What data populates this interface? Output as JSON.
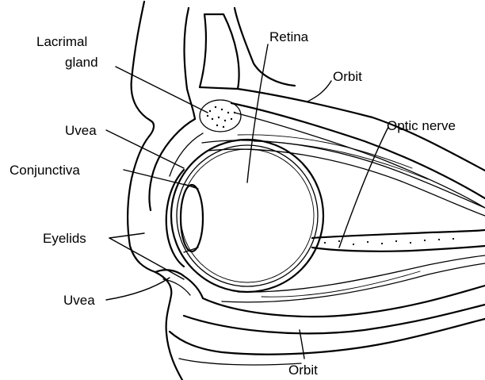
{
  "labels": {
    "lacrimal_gland_line1": "Lacrimal",
    "lacrimal_gland_line2": "gland",
    "retina": "Retina",
    "orbit_top": "Orbit",
    "optic_nerve": "Optic nerve",
    "uvea_top": "Uvea",
    "conjunctiva": "Conjunctiva",
    "eyelids": "Eyelids",
    "uvea_bottom": "Uvea",
    "orbit_bottom": "Orbit"
  }
}
